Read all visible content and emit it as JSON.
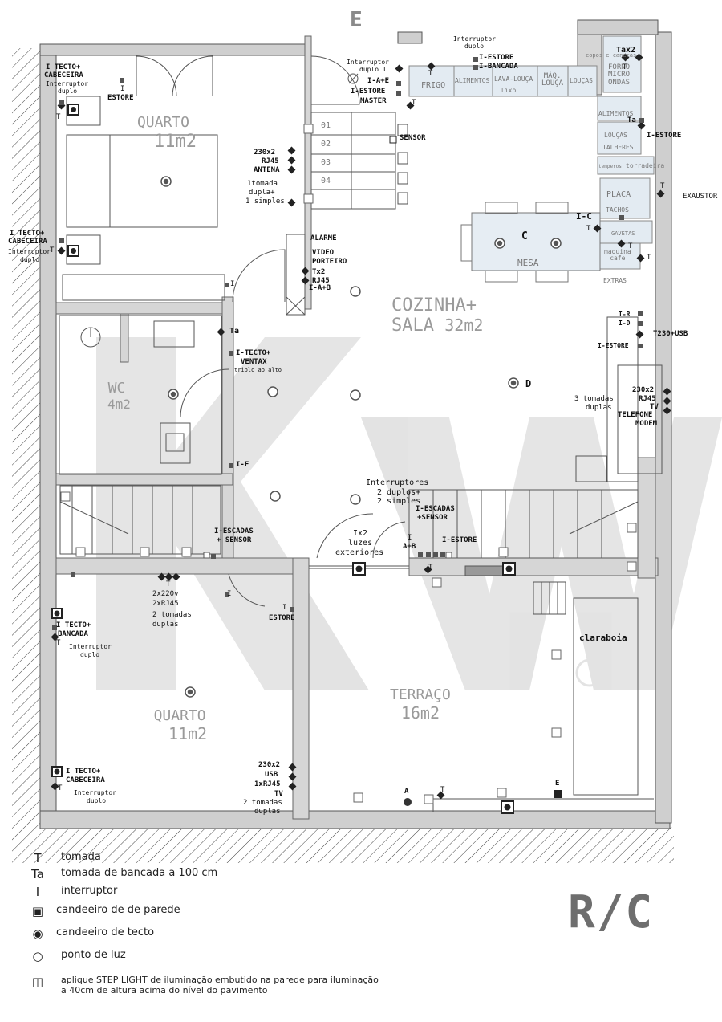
{
  "compass": "E",
  "floor_label": "R/C",
  "rooms": {
    "quarto_top": {
      "name": "QUARTO",
      "area": "11m2"
    },
    "wc": {
      "name": "WC",
      "area": "4m2"
    },
    "cozinha": {
      "name": "COZINHA+",
      "name2": "SALA",
      "area": "32m2"
    },
    "quarto_bottom": {
      "name": "QUARTO",
      "area": "11m2"
    },
    "terraco": {
      "name": "TERRAÇO",
      "area": "16m2"
    }
  },
  "stairs": [
    "01",
    "02",
    "03",
    "04"
  ],
  "kitchen": {
    "frigo": "FRIGO",
    "alimentos": "ALIMENTOS",
    "lava_louca": "LAVA-LOUÇA",
    "lixo": "lixo",
    "maq_louca_1": "MÁQ.",
    "maq_louca_2": "LOUÇA",
    "loucas": "LOUÇAS",
    "copos": "copos e canecas",
    "forno_1": "FORNO",
    "forno_2": "MICRO",
    "forno_3": "ONDAS",
    "alimentos2": "ALIMENTOS",
    "loucas2": "LOUÇAS",
    "talheres": "TALHERES",
    "temperos": "temperos",
    "torradeira": "torradeira",
    "placa": "PLACA",
    "tachos": "TACHOS",
    "gavetas": "GAVETAS",
    "maquina_cafe_1": "maquina",
    "maquina_cafe_2": "cafe",
    "extras": "EXTRAS",
    "mesa": "MESA",
    "c": "C",
    "d": "D",
    "claraboia": "claraboia"
  },
  "annotations": {
    "q1_itecto": "I TECTO+",
    "q1_cabeceira": "CABECEIRA",
    "q1_interruptor": "Interruptor",
    "q1_duplo": "duplo",
    "q1_t": "T",
    "q1_i": "I",
    "q1_estore": "ESTORE",
    "q1b_itecto": "I TECTO+",
    "q1b_cabeceira": "CABECEIRA",
    "q1b_interruptor": "Interruptor",
    "q1b_duplo": "duplo",
    "q1b_t": "T",
    "q1_230": "230x2",
    "q1_rj45": "RJ45",
    "q1_antena": "ANTENA",
    "q1_tomada": "1tomada",
    "q1_dupla": "dupla+",
    "q1_simples": "1 simples",
    "q1_i2": "I",
    "hall_int": "Interruptor",
    "hall_duplo": "duplo T",
    "hall_iae": "I-A+E",
    "hall_iestore": "I-ESTORE",
    "hall_master": "MASTER",
    "hall_t": "T",
    "sensor": "SENSOR",
    "top_int": "Interruptor",
    "top_duplo": "duplo",
    "top_iestore": "I-ESTORE",
    "top_ibancada": "I-BANCADA",
    "top_t": "T",
    "tax2": "Tax2",
    "top_t2": "T",
    "ta_right": "Ta",
    "iestore_right": "I-ESTORE",
    "exaustor": "EXAUSTOR",
    "t_exaustor": "T",
    "ic": "I-C",
    "t_ic": "T",
    "t_mesa": "T",
    "t_mesa2": "T",
    "alarme": "ALARME",
    "video": "VIDEO",
    "porteiro": "PORTEIRO",
    "tx2": "Tx2",
    "rj45_video": "RJ45",
    "iab": "I-A+B",
    "ta_wc": "Ta",
    "i_tecto_wc": "I-TECTO+",
    "ventax": "VENTAX",
    "triplo": "triplo ao alto",
    "i_f": "I-F",
    "i_r": "I-R",
    "i_d": "I-D",
    "t230usb": "T230+USB",
    "i_estore_sala": "I-ESTORE",
    "s_230": "230x2",
    "s_rj45": "RJ45",
    "s_tv": "TV",
    "s_tel": "TELEFONE",
    "s_modem": "MODEM",
    "s_3tom": "3 tomadas",
    "s_duplas": "duplas",
    "int_title": "Interruptores",
    "int_2d": "2 duplos+",
    "int_2s": "2 simples",
    "i_escadas_sensor": "I-ESCADAS",
    "sensor2": "+SENSOR",
    "i_estore_term": "I-ESTORE",
    "ix2": "Ix2",
    "luzes": "luzes",
    "exteriores": "exteriores",
    "ab_i": "I",
    "ab": "A+B",
    "t_term": "T",
    "esc_left_1": "I-ESCADAS",
    "esc_left_2": "+ SENSOR",
    "q2_t": "T",
    "q2_220": "2x220v",
    "q2_rj45": "2xRJ45",
    "q2_2tom": "2 tomadas",
    "q2_duplas": "duplas",
    "q2_i": "I",
    "q2_i_estore": "I",
    "q2_estore": "ESTORE",
    "q2_itecto": "I TECTO+",
    "q2_bancada": "BANCADA",
    "q2_interruptor": "Interruptor",
    "q2_duplo": "duplo",
    "q2_t2": "T",
    "q2b_itecto": "I TECTO+",
    "q2b_cabeceira": "CABECEIRA",
    "q2b_interruptor": "Interruptor",
    "q2b_duplo": "duplo",
    "q2b_t": "T",
    "q2_230b": "230x2",
    "q2_usb": "USB",
    "q2_1rj45": "1xRJ45",
    "q2_tv": "TV",
    "q2_2tom_b": "2 tomadas",
    "q2_duplas_b": "duplas",
    "ter_a": "A",
    "ter_t": "T",
    "ter_e": "E"
  },
  "legend": [
    {
      "symbol": "T",
      "icon": "tomada-icon",
      "label": "tomada"
    },
    {
      "symbol": "Ta",
      "icon": "tomada-bancada-icon",
      "label": "tomada de bancada a 100 cm"
    },
    {
      "symbol": "I",
      "icon": "interruptor-icon",
      "label": "interruptor"
    },
    {
      "symbol": "▣",
      "icon": "candeeiro-parede-icon",
      "label": "candeeiro de de parede"
    },
    {
      "symbol": "◉",
      "icon": "candeeiro-tecto-icon",
      "label": "candeeiro de tecto"
    },
    {
      "symbol": "○",
      "icon": "ponto-luz-icon",
      "label": "ponto de luz"
    },
    {
      "symbol": "◫",
      "icon": "step-light-icon",
      "label": "aplique STEP LIGHT de iluminação embutido na parede para iluminação",
      "label2": "a 40cm de altura acima do nível do pavimento"
    }
  ]
}
